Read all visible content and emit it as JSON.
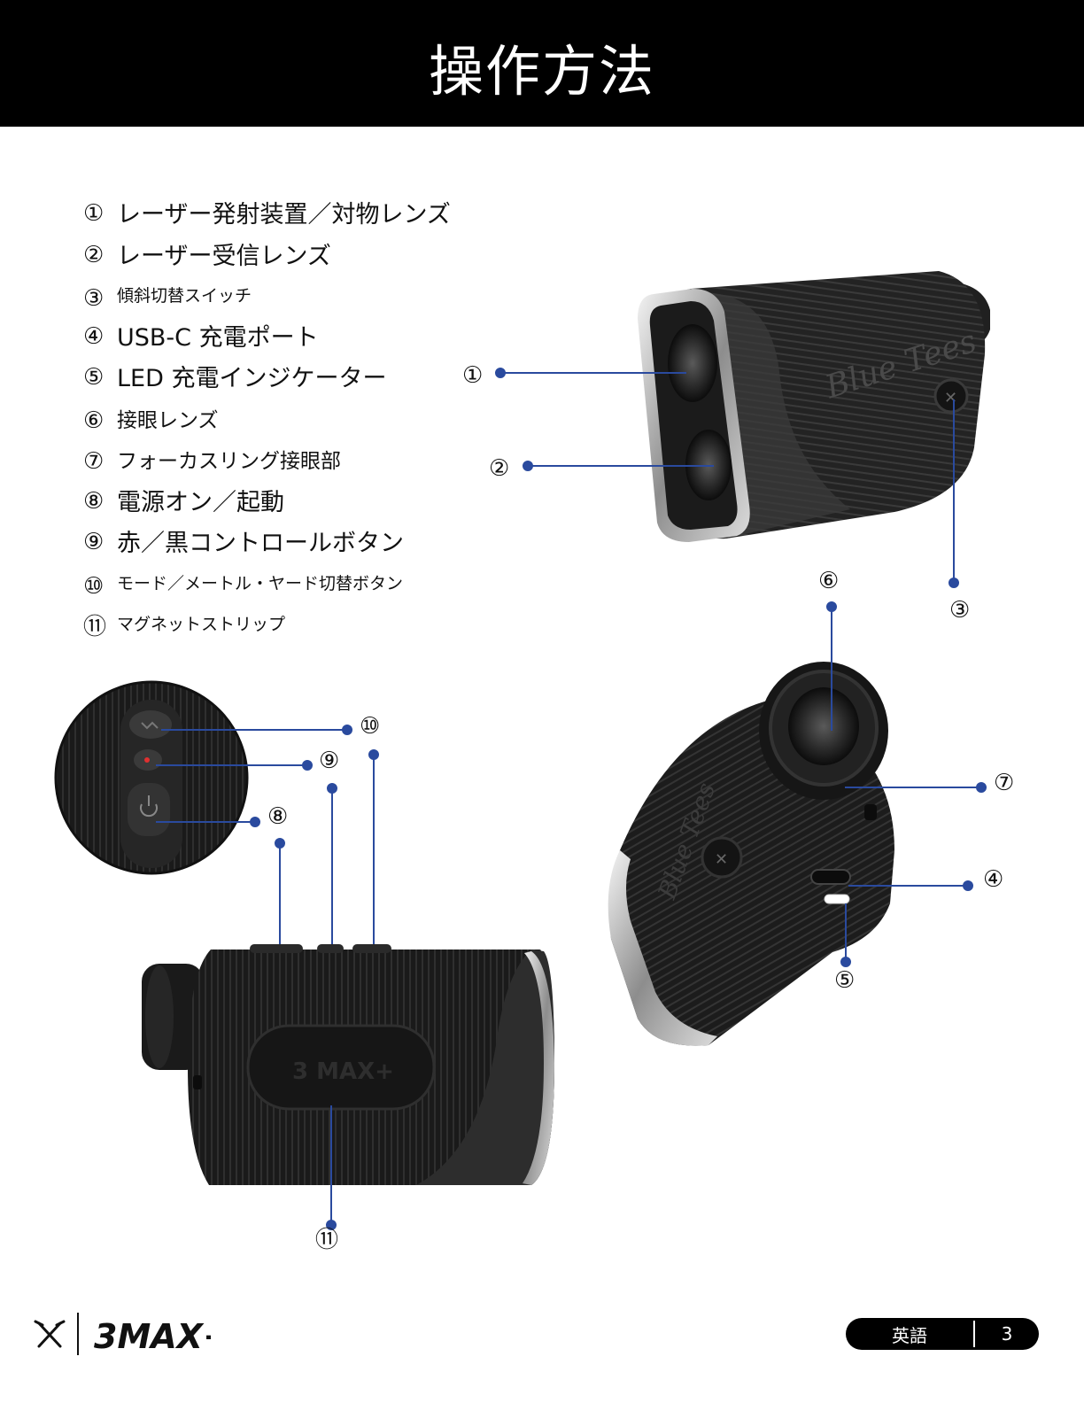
{
  "header": {
    "title": "操作方法"
  },
  "legend": [
    {
      "num": "①",
      "label": "レーザー発射装置／対物レンズ",
      "size": "lg"
    },
    {
      "num": "②",
      "label": "レーザー受信レンズ",
      "size": "lg"
    },
    {
      "num": "③",
      "label": "傾斜切替スイッチ",
      "size": "sm"
    },
    {
      "num": "④",
      "label": "USB-C 充電ポート",
      "size": "lg"
    },
    {
      "num": "⑤",
      "label": "LED 充電インジケーター",
      "size": "lg"
    },
    {
      "num": "⑥",
      "label": "接眼レンズ",
      "size": "md"
    },
    {
      "num": "⑦",
      "label": "フォーカスリング接眼部",
      "size": "md"
    },
    {
      "num": "⑧",
      "label": "電源オン／起動",
      "size": "lg"
    },
    {
      "num": "⑨",
      "label": "赤／黒コントロールボタン",
      "size": "lg"
    },
    {
      "num": "⑩",
      "label": "モード／メートル・ヤード切替ボタン",
      "size": "sm"
    },
    {
      "num": "⑪",
      "label": "マグネットストリップ",
      "size": "sm"
    }
  ],
  "callouts": {
    "c1": "①",
    "c2": "②",
    "c3": "③",
    "c4": "④",
    "c5": "⑤",
    "c6": "⑥",
    "c7": "⑦",
    "c8": "⑧",
    "c9": "⑨",
    "c10": "⑩",
    "c11": "⑪"
  },
  "device": {
    "brand_script": "Blue Tees",
    "model_logo": "3 MAX+"
  },
  "footer": {
    "model_logo": "3MAX+",
    "language": "英語",
    "page": "3"
  },
  "colors": {
    "accent": "#2a4a9e",
    "header_bg": "#000000",
    "device": "#1e1e1e"
  }
}
